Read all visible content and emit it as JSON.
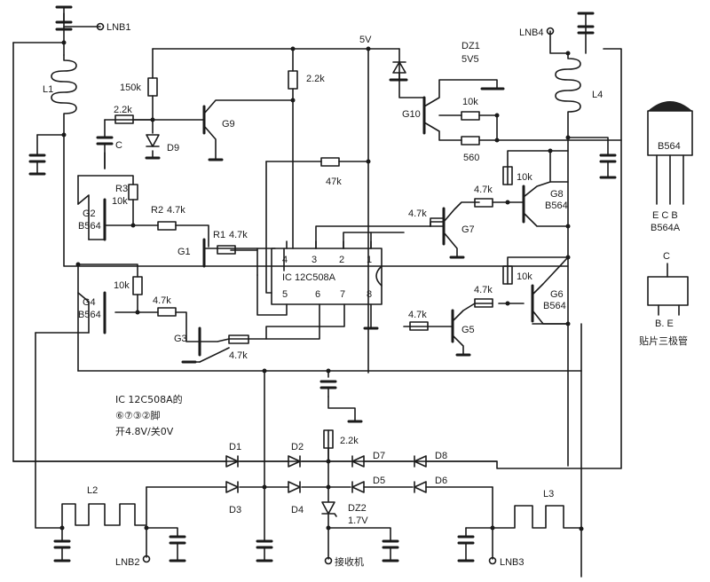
{
  "labels": {
    "lnb1": "LNB1",
    "lnb2": "LNB2",
    "lnb3": "LNB3",
    "lnb4": "LNB4",
    "l1": "L1",
    "l2": "L2",
    "l3": "L3",
    "l4": "L4",
    "v5": "5V",
    "r150k": "150k",
    "r2k2_top": "2.2k",
    "r2k2_c": "2.2k",
    "c": "C",
    "d9": "D9",
    "g9": "G9",
    "r47k": "47k",
    "dz1": "DZ1",
    "dz1_val": "5V5",
    "g10": "G10",
    "r10k_g10": "10k",
    "r560": "560",
    "r3": "R3",
    "r3_val": "10k",
    "r2": "R2",
    "r2_val": "4.7k",
    "g2": "G2",
    "g2_type": "B564",
    "r1": "R1",
    "r1_val": "4.7k",
    "g1": "G1",
    "r10k_g4": "10k",
    "r4k7_g4": "4.7k",
    "g4": "G4",
    "g4_type": "B564",
    "g3": "G3",
    "r4k7_g3": "4.7k",
    "pin4": "4",
    "pin3": "3",
    "pin2": "2",
    "pin1": "1",
    "pin5": "5",
    "pin6": "6",
    "pin7": "7",
    "pin8": "8",
    "ic_name": "IC  12C508A",
    "r4k7_g7": "4.7k",
    "g7": "G7",
    "r4k7_g8": "4.7k",
    "r10k_g8": "10k",
    "g8": "G8",
    "g8_type": "B564",
    "r4k7_g5": "4.7k",
    "g5": "G5",
    "r4k7_g6": "4.7k",
    "r10k_g6": "10k",
    "g6": "G6",
    "g6_type": "B564",
    "note1": "IC  12C508A的",
    "note2": "⑥⑦③②脚",
    "note3": "开4.8V/关0V",
    "d1": "D1",
    "d2": "D2",
    "d3": "D3",
    "d4": "D4",
    "d5": "D5",
    "d6": "D6",
    "d7": "D7",
    "d8": "D8",
    "r2k2_dz": "2.2k",
    "dz2": "DZ2",
    "dz2_val": "1.7V",
    "receiver": "接收机",
    "pkg_b564": "B564",
    "pkg_ecb": "E  C  B",
    "pkg_b564a": "B564A",
    "smd_c": "C",
    "smd_be": "B. E",
    "smd_title": "贴片三极管"
  }
}
